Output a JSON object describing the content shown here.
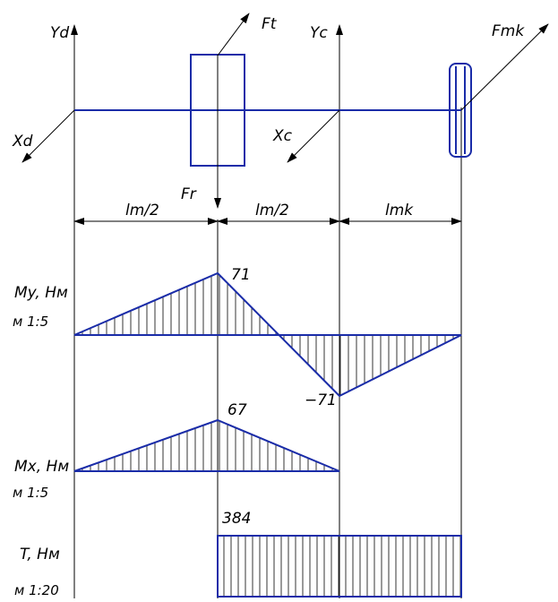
{
  "labels": {
    "yd": "Yd",
    "xd": "Xd",
    "ft": "Ft",
    "yc": "Yc",
    "xc": "Xc",
    "fmk": "Fmk",
    "fr": "Fr",
    "lm_half_1": "lm/2",
    "lm_half_2": "lm/2",
    "lmk": "lmk"
  },
  "diagrams": {
    "my": {
      "title": "My, Нм",
      "scale": "м 1:5",
      "peak_label": "71",
      "min_label": "−71"
    },
    "mx": {
      "title": "Mx, Нм",
      "scale": "м 1:5",
      "peak_label": "67"
    },
    "t": {
      "title": "T, Нм",
      "scale": "м 1:20",
      "value_label": "384"
    }
  },
  "colors": {
    "outline": "#1a2ca8",
    "lines": "#000000"
  }
}
